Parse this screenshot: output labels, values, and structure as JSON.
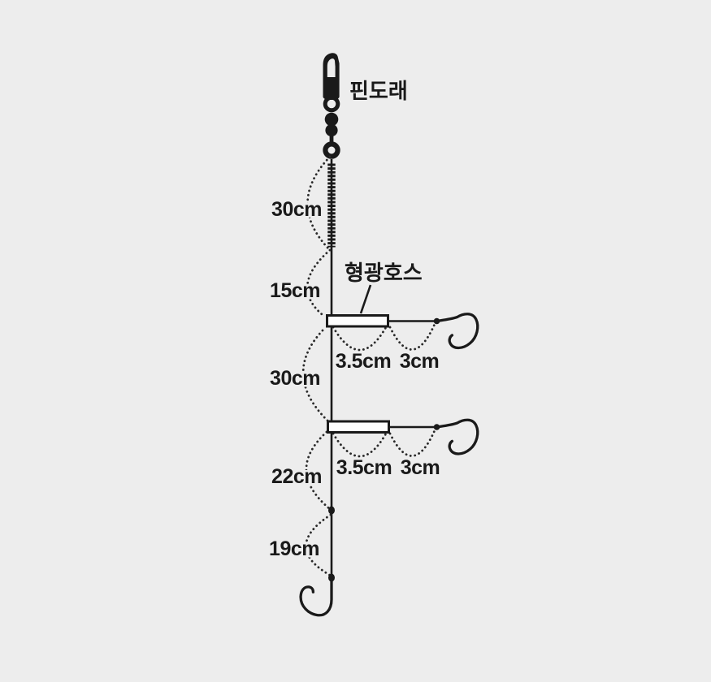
{
  "colors": {
    "background": "#ededed",
    "ink": "#1a1a1a",
    "hose_fill": "#fdfdfd"
  },
  "diagram": {
    "swivel_label": "핀도래",
    "hose_label": "형광호스",
    "main_line_segments": [
      {
        "label": "30cm"
      },
      {
        "label": "15cm"
      },
      {
        "label": "30cm"
      },
      {
        "label": "22cm"
      },
      {
        "label": "19cm"
      }
    ],
    "branches": [
      {
        "hose_length": "3.5cm",
        "tail_length": "3cm"
      },
      {
        "hose_length": "3.5cm",
        "tail_length": "3cm"
      }
    ]
  }
}
